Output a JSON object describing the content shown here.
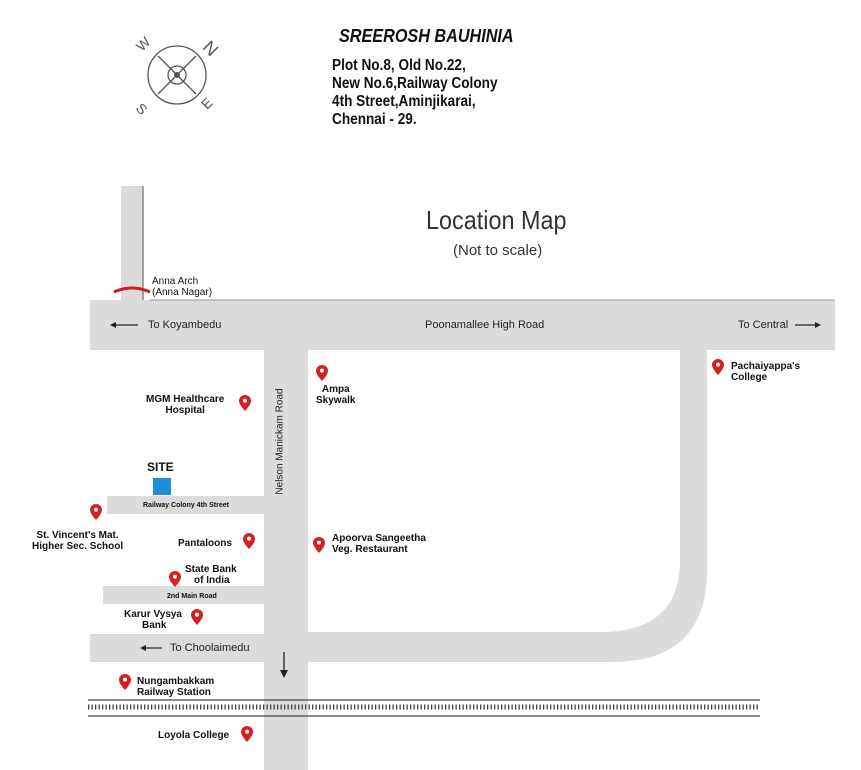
{
  "header": {
    "project_name": "SREEROSH BAUHINIA",
    "address_lines": [
      "Plot No.8, Old No.22,",
      "New No.6,Railway Colony",
      "4th Street,Aminjikarai,",
      "Chennai - 29."
    ]
  },
  "compass": {
    "n": "N",
    "s": "S",
    "e": "E",
    "w": "W"
  },
  "map": {
    "title": "Location Map",
    "subtitle": "(Not to scale)",
    "roads": {
      "poonamallee": "Poonamallee High Road",
      "to_koyambedu": "To Koyambedu",
      "to_central": "To Central",
      "nelson": "Nelson Manickam Road",
      "railway_colony": "Railway Colony 4th Street",
      "second_main": "2nd Main Road",
      "to_choolaimedu": "To Choolaimedu"
    },
    "site_label": "SITE",
    "landmarks": {
      "anna_arch_1": "Anna Arch",
      "anna_arch_2": "(Anna Nagar)",
      "mgm_1": "MGM Healthcare",
      "mgm_2": "Hospital",
      "ampa_1": "Ampa",
      "ampa_2": "Skywalk",
      "pachaiyappa_1": "Pachaiyappa's",
      "pachaiyappa_2": "College",
      "st_vincent_1": "St. Vincent's Mat.",
      "st_vincent_2": "Higher Sec. School",
      "pantaloons": "Pantaloons",
      "apoorva_1": "Apoorva Sangeetha",
      "apoorva_2": "Veg. Restaurant",
      "sbi_1": "State Bank",
      "sbi_2": "of India",
      "karur_1": "Karur Vysya",
      "karur_2": "Bank",
      "nungambakkam_1": "Nungambakkam",
      "nungambakkam_2": "Railway Station",
      "loyola": "Loyola College"
    },
    "colors": {
      "road": "#dcdcdc",
      "road_edge": "#9a9a9a",
      "pin": "#d32020",
      "site": "#1e8fd6",
      "arch": "#cc1f1f",
      "rail": "#444444"
    }
  }
}
